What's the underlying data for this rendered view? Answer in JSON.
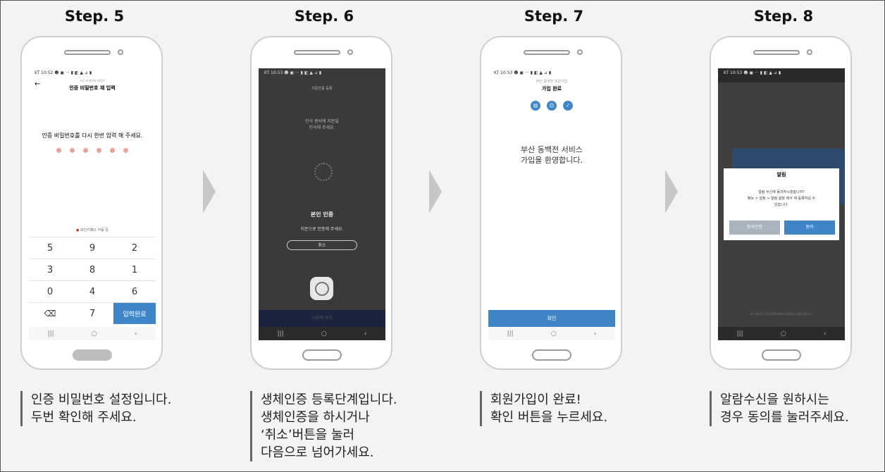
{
  "steps": [
    {
      "title": "Step. 5",
      "screen": {
        "status": "KT 10:52 ☻ ▣  ···   ▮ ◧ ▲ ⊿ ▮",
        "subtitle": "보안 비밀번호 재입력",
        "title": "인증 비밀번호 재 입력",
        "prompt": "인증 비밀번호를 다시 한번 입력 해 주세요.",
        "keyboard_note": "보안키패드 작동 중",
        "keys": [
          "5",
          "9",
          "2",
          "3",
          "8",
          "1",
          "0",
          "4",
          "6",
          "⌫",
          "7",
          "입력완료"
        ]
      },
      "caption": [
        "인증 비밀번호 설정입니다.",
        "두번 확인해 주세요."
      ]
    },
    {
      "title": "Step. 6",
      "screen": {
        "status": "KT 10:53 ☻ ▣  ···   ▮ ◧ ▲ ⊿ ▮",
        "subtitle": "지문인증 등록",
        "sensor_text_1": "인식 센서에 지문을",
        "sensor_text_2": "인식해 주세요.",
        "dialog_title": "본인 인증",
        "dialog_message": "지문으로 인증해 주세요.",
        "cancel_label": "취소",
        "bottom_button": "다음에 하기"
      },
      "caption": [
        "생체인증 등록단계입니다.",
        "생체인증을 하시거나",
        "‘취소’버튼을 눌러",
        "다음으로 넘어가세요."
      ]
    },
    {
      "title": "Step. 7",
      "screen": {
        "status": "KT 10:53 ☻ ▣  ···   ▮ ◧ ▲ ⊿ ▮",
        "subtitle": "부산 동백전 회원가입",
        "title": "가입 완료",
        "message_1": "부산 동백전 서비스",
        "message_2": "가입을 환영합니다.",
        "confirm_label": "확인"
      },
      "caption": [
        "회원가입이 완료!",
        "확인 버튼을 누르세요."
      ]
    },
    {
      "title": "Step. 8",
      "screen": {
        "status": "KT 10:53 ☻ ▣  ···   ▮ ◧ ▲ ⊿ ▮",
        "dialog_title": "알림",
        "dialog_message_1": "알림 수신에 동의하시겠습니까?",
        "dialog_message_2": "메뉴 > 설정 > 알림 설정 에서 재 등록하실 수",
        "dialog_message_3": "있습니다.",
        "disagree_label": "동의안함",
        "agree_label": "동의",
        "footer": "본 서비스는 부산광역시에서 운영하는 서비스입니다."
      },
      "caption": [
        "알람수신을 원하시는",
        "경우 동의를 눌러주세요."
      ]
    }
  ]
}
